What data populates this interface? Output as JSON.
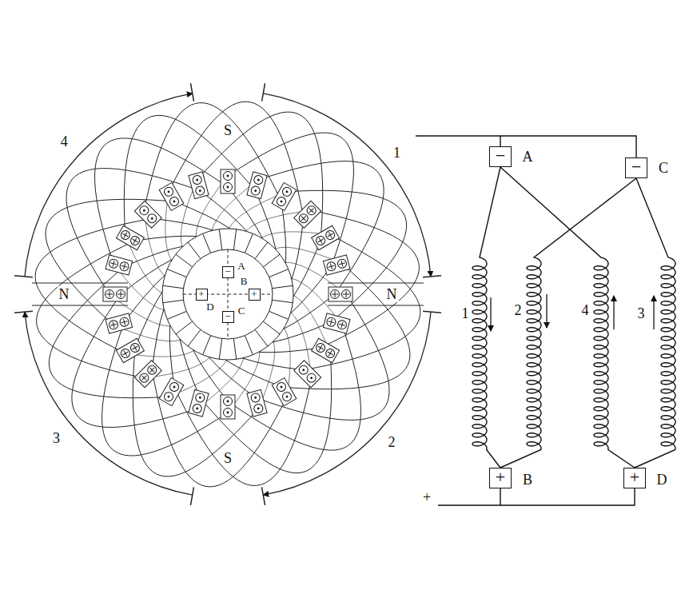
{
  "diagram": {
    "nodes": [
      {
        "text": [
          "−",
          "A"
        ]
      },
      {
        "text": [
          "−",
          "C"
        ]
      },
      {
        "text": [
          "+",
          "B"
        ]
      },
      {
        "text": [
          "+",
          "D"
        ]
      },
      {
        "text": [
          "−",
          "A"
        ]
      },
      {
        "text": [
          "+",
          "B"
        ]
      },
      {
        "text": [
          "−",
          "C"
        ]
      },
      {
        "text": [
          "+",
          "D"
        ]
      }
    ],
    "edges": [
      {
        "from": 0,
        "to": 2,
        "arrow": "none",
        "label": "1"
      },
      {
        "from": 1,
        "to": 2,
        "arrow": "none",
        "label": "2"
      },
      {
        "from": 0,
        "to": 3,
        "arrow": "none",
        "label": "4"
      },
      {
        "from": 1,
        "to": 3,
        "arrow": "none",
        "label": "3"
      },
      {
        "from": 0,
        "to": 1,
        "arrow": "none"
      },
      {
        "from": 2,
        "to": 3,
        "arrow": "none"
      }
    ],
    "labels": [
      "4",
      "1",
      "3",
      "2",
      "S",
      "S",
      "N",
      "N",
      "+"
    ]
  }
}
